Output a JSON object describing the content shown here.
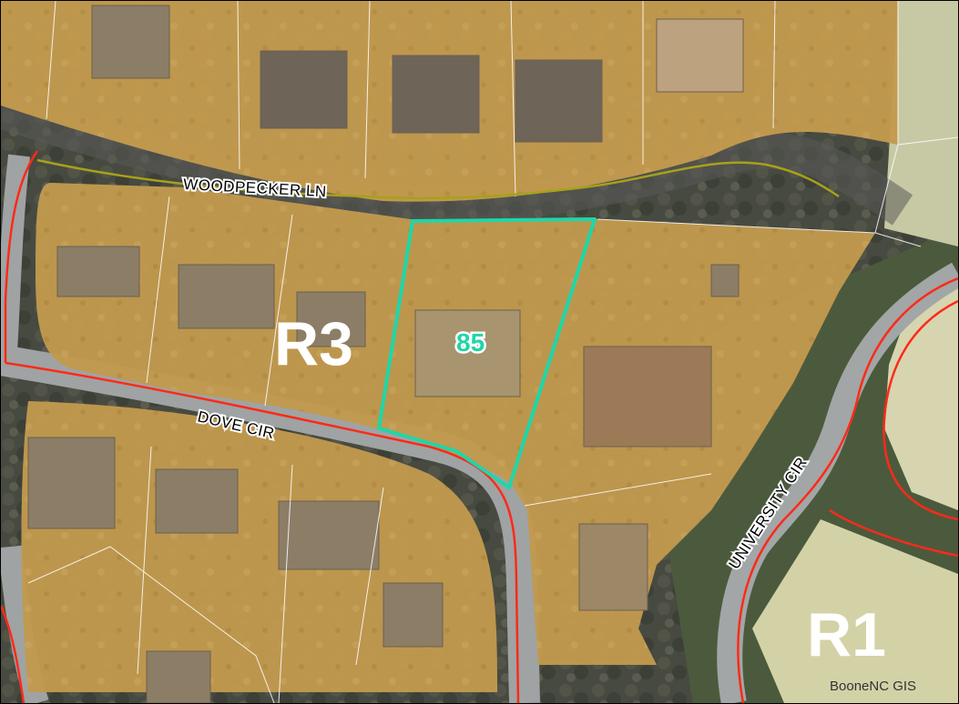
{
  "streets": {
    "woodpecker": "WOODPECKER LN",
    "dove": "DOVE CIR",
    "university": "UNIVERSITY CIR"
  },
  "zones": {
    "r3": "R3",
    "r1": "R1"
  },
  "parcel": {
    "number": "85"
  },
  "credit": "BooneNC GIS",
  "colors": {
    "parcel_outline": "#1fd6a8",
    "zone_boundary": "#ff2a1a",
    "road_centerline": "#a7a11a",
    "zone_overlay": "#d9a050",
    "parcel_lines": "#ffffff"
  }
}
